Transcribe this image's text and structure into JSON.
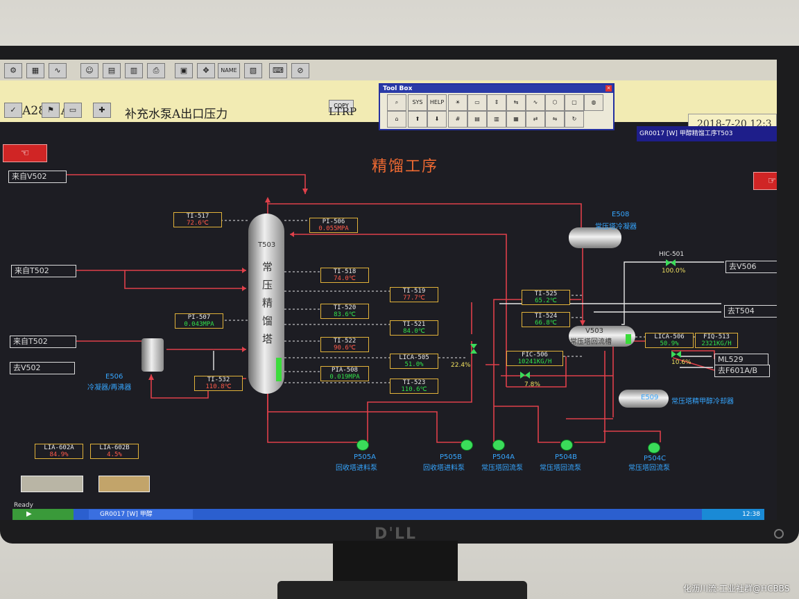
{
  "header": {
    "tag": "PIA2802A",
    "tag_desc": "补充水泵A出口压力",
    "alarm_type": "LTRP",
    "copy_label": "COPY",
    "date": "2018-7-20 12:3",
    "status_text": "GR0017 [W] 甲醇精馏工序T503"
  },
  "toolbar": {
    "name_label": "NAME"
  },
  "toolbox": {
    "title": "Tool Box",
    "sys_label": "SYS",
    "help_label": "HELP"
  },
  "page": {
    "title": "精馏工序"
  },
  "sources": {
    "from_v502": "来自V502",
    "from_t502_a": "来自T502",
    "from_t502_b": "来自T502",
    "to_v502": "去V502",
    "to_v506": "去V506",
    "to_t504": "去T504",
    "to_ml529": "ML529",
    "to_f601": "去F601A/B"
  },
  "equipment": {
    "t503_tag": "T503",
    "t503_name": "常压精馏塔",
    "e508_tag": "E508",
    "e508_name": "常压塔冷凝器",
    "v503_tag": "V503",
    "v503_name": "常压塔回流槽",
    "e506_tag": "E506",
    "e506_name": "冷凝器/再沸器",
    "e509_tag": "E509",
    "e509_name": "常压塔精甲醇冷却器"
  },
  "instruments": {
    "ti517": {
      "tag": "TI-517",
      "value": "72.6℃"
    },
    "pi506": {
      "tag": "PI-506",
      "value": "0.055MPA"
    },
    "ti518": {
      "tag": "TI-518",
      "value": "74.0℃"
    },
    "ti519": {
      "tag": "TI-519",
      "value": "77.7℃"
    },
    "ti520": {
      "tag": "TI-520",
      "value": "83.6℃"
    },
    "ti521": {
      "tag": "TI-521",
      "value": "84.0℃"
    },
    "ti522": {
      "tag": "TI-522",
      "value": "90.6℃"
    },
    "pia508": {
      "tag": "PIA-508",
      "value": "0.019MPA"
    },
    "ti523": {
      "tag": "TI-523",
      "value": "110.6℃"
    },
    "pi507": {
      "tag": "PI-507",
      "value": "0.043MPA"
    },
    "ti532": {
      "tag": "TI-532",
      "value": "110.8℃"
    },
    "lica505": {
      "tag": "LICA-505",
      "value": "51.0%"
    },
    "ti525": {
      "tag": "TI-525",
      "value": "65.2℃"
    },
    "ti524": {
      "tag": "TI-524",
      "value": "66.8℃"
    },
    "fic506": {
      "tag": "FIC-506",
      "value": "10241KG/H"
    },
    "lica506": {
      "tag": "LICA-506",
      "value": "50.9%"
    },
    "fiq513": {
      "tag": "FIQ-513",
      "value": "2321KG/H"
    },
    "lia602a": {
      "tag": "LIA-602A",
      "value": "84.9%"
    },
    "lia602b": {
      "tag": "LIA-602B",
      "value": "4.5%"
    },
    "hic501": {
      "tag": "HIC-501",
      "value": "100.0%"
    }
  },
  "valves": {
    "v_lica505": "22.4%",
    "v_fic506": "7.8%",
    "v_lica506": "10.6%"
  },
  "pumps": {
    "p505a_tag": "P505A",
    "p505a_name": "回收塔进料泵",
    "p505b_tag": "P505B",
    "p505b_name": "回收塔进料泵",
    "p504a_tag": "P504A",
    "p504a_name": "常压塔回流泵",
    "p504b_tag": "P504B",
    "p504b_name": "常压塔回流泵",
    "p504c_tag": "P504C",
    "p504c_name": "常压塔回流泵"
  },
  "status": {
    "ready": "Ready",
    "task_item": "GR0017 [W] 甲醇",
    "tray_time": "12:38"
  },
  "colors": {
    "pipe_red": "#e0404a",
    "pipe_white": "#e8e8e8",
    "accent_orange": "#f06a32",
    "value_green": "#31e04a",
    "value_red": "#ff5a4a",
    "label_blue": "#36a6ff"
  }
}
